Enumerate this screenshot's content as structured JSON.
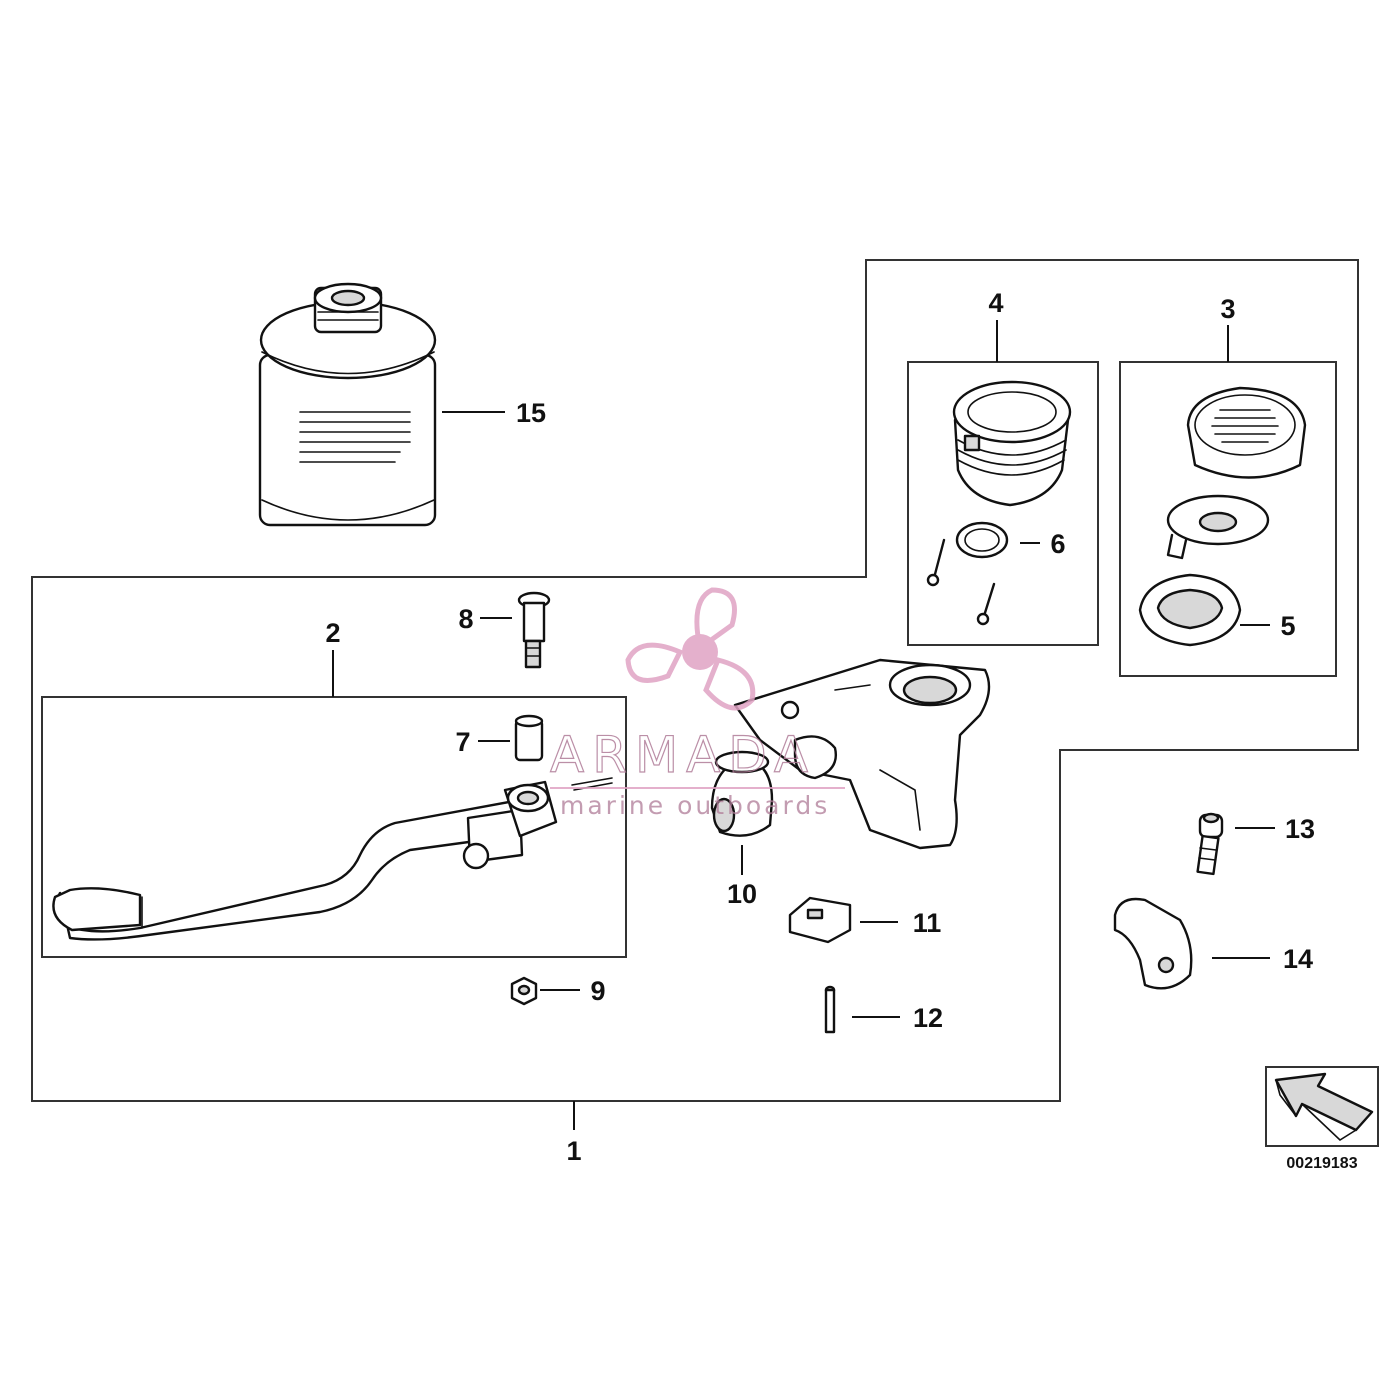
{
  "callouts": {
    "c1": "1",
    "c2": "2",
    "c3": "3",
    "c4": "4",
    "c5": "5",
    "c6": "6",
    "c7": "7",
    "c8": "8",
    "c9": "9",
    "c10": "10",
    "c11": "11",
    "c12": "12",
    "c13": "13",
    "c14": "14",
    "c15": "15"
  },
  "reference_code": "00219183",
  "watermark": {
    "brand": "ARMADA",
    "tagline": "marine outboards"
  },
  "colors": {
    "line": "#111111",
    "watermark": "#e0a3c4"
  },
  "icons": {
    "watermark_logo": "propeller-icon",
    "orientation": "direction-arrow-icon"
  }
}
